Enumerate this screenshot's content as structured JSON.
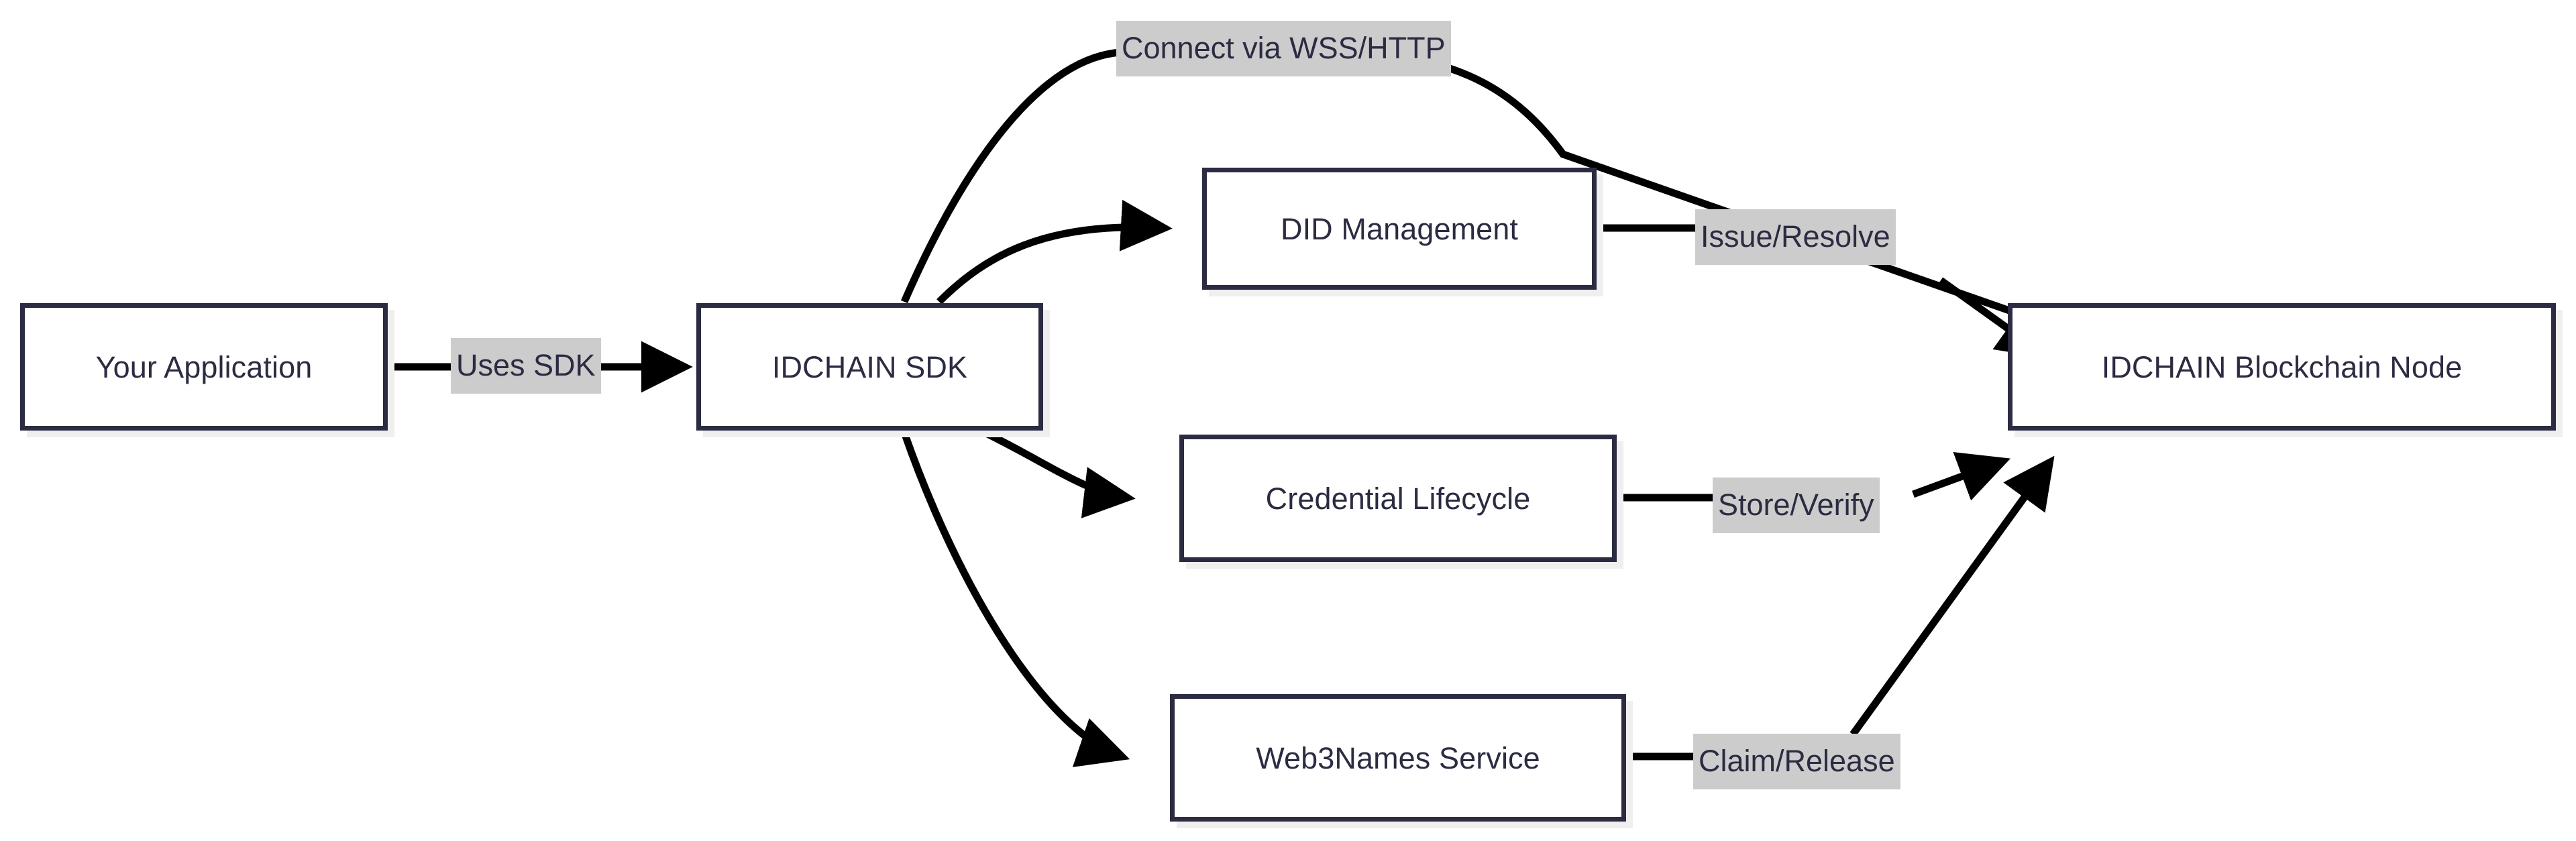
{
  "diagram": {
    "type": "flowchart",
    "direction": "left-to-right",
    "background_color": "#ffffff",
    "node_border_color": "#2b2b42",
    "node_fill_color": "#ffffff",
    "node_shadow_color": "#efefef",
    "edge_color": "#000000",
    "edge_label_background": "#cccccc",
    "text_color": "#2b2b42",
    "nodes": [
      {
        "id": "app",
        "label": "Your Application"
      },
      {
        "id": "sdk",
        "label": "IDCHAIN SDK"
      },
      {
        "id": "did",
        "label": "DID Management"
      },
      {
        "id": "credential",
        "label": "Credential Lifecycle"
      },
      {
        "id": "web3names",
        "label": "Web3Names Service"
      },
      {
        "id": "node",
        "label": "IDCHAIN Blockchain Node"
      }
    ],
    "edges": [
      {
        "from": "app",
        "to": "sdk",
        "label": "Uses SDK"
      },
      {
        "from": "sdk",
        "to": "node",
        "label": "Connect via WSS/HTTP"
      },
      {
        "from": "sdk",
        "to": "did",
        "label": ""
      },
      {
        "from": "sdk",
        "to": "credential",
        "label": ""
      },
      {
        "from": "sdk",
        "to": "web3names",
        "label": ""
      },
      {
        "from": "did",
        "to": "node",
        "label": "Issue/Resolve"
      },
      {
        "from": "credential",
        "to": "node",
        "label": "Store/Verify"
      },
      {
        "from": "web3names",
        "to": "node",
        "label": "Claim/Release"
      }
    ],
    "edge_labels": {
      "uses_sdk": "Uses SDK",
      "connect": "Connect via WSS/HTTP",
      "issue_resolve": "Issue/Resolve",
      "store_verify": "Store/Verify",
      "claim_release": "Claim/Release"
    }
  }
}
